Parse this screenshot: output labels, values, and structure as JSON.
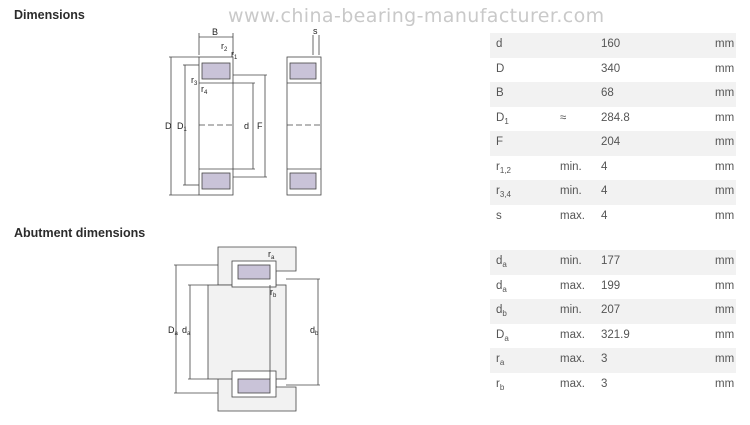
{
  "watermark": "www.china-bearing-manufacturer.com",
  "dimensions": {
    "heading": "Dimensions",
    "rows": [
      {
        "sym": "d",
        "sub": "",
        "qual": "",
        "val": "160",
        "unit": "mm"
      },
      {
        "sym": "D",
        "sub": "",
        "qual": "",
        "val": "340",
        "unit": "mm"
      },
      {
        "sym": "B",
        "sub": "",
        "qual": "",
        "val": "68",
        "unit": "mm"
      },
      {
        "sym": "D",
        "sub": "1",
        "qual": "≈",
        "val": "284.8",
        "unit": "mm"
      },
      {
        "sym": "F",
        "sub": "",
        "qual": "",
        "val": "204",
        "unit": "mm"
      },
      {
        "sym": "r",
        "sub": "1,2",
        "qual": "min.",
        "val": "4",
        "unit": "mm"
      },
      {
        "sym": "r",
        "sub": "3,4",
        "qual": "min.",
        "val": "4",
        "unit": "mm"
      },
      {
        "sym": "s",
        "sub": "",
        "qual": "max.",
        "val": "4",
        "unit": "mm"
      }
    ],
    "labels": {
      "B": "B",
      "r1": "r",
      "r1sub": "1",
      "r2": "r",
      "r2sub": "2",
      "r3": "r",
      "r3sub": "3",
      "r4": "r",
      "r4sub": "4",
      "D": "D",
      "D1": "D",
      "D1sub": "1",
      "d": "d",
      "F": "F",
      "s": "s"
    }
  },
  "abutment": {
    "heading": "Abutment dimensions",
    "rows": [
      {
        "sym": "d",
        "sub": "a",
        "qual": "min.",
        "val": "177",
        "unit": "mm"
      },
      {
        "sym": "d",
        "sub": "a",
        "qual": "max.",
        "val": "199",
        "unit": "mm"
      },
      {
        "sym": "d",
        "sub": "b",
        "qual": "min.",
        "val": "207",
        "unit": "mm"
      },
      {
        "sym": "D",
        "sub": "a",
        "qual": "max.",
        "val": "321.9",
        "unit": "mm"
      },
      {
        "sym": "r",
        "sub": "a",
        "qual": "max.",
        "val": "3",
        "unit": "mm"
      },
      {
        "sym": "r",
        "sub": "b",
        "qual": "max.",
        "val": "3",
        "unit": "mm"
      }
    ],
    "labels": {
      "Da": "D",
      "Dasub": "a",
      "da": "d",
      "dasub": "a",
      "db": "d",
      "dbsub": "b",
      "ra": "r",
      "rasub": "a",
      "rb": "r",
      "rbsub": "b"
    }
  },
  "colors": {
    "roller": "#c9c3d8",
    "shaded": "#f2f2f2",
    "line": "#444444"
  }
}
